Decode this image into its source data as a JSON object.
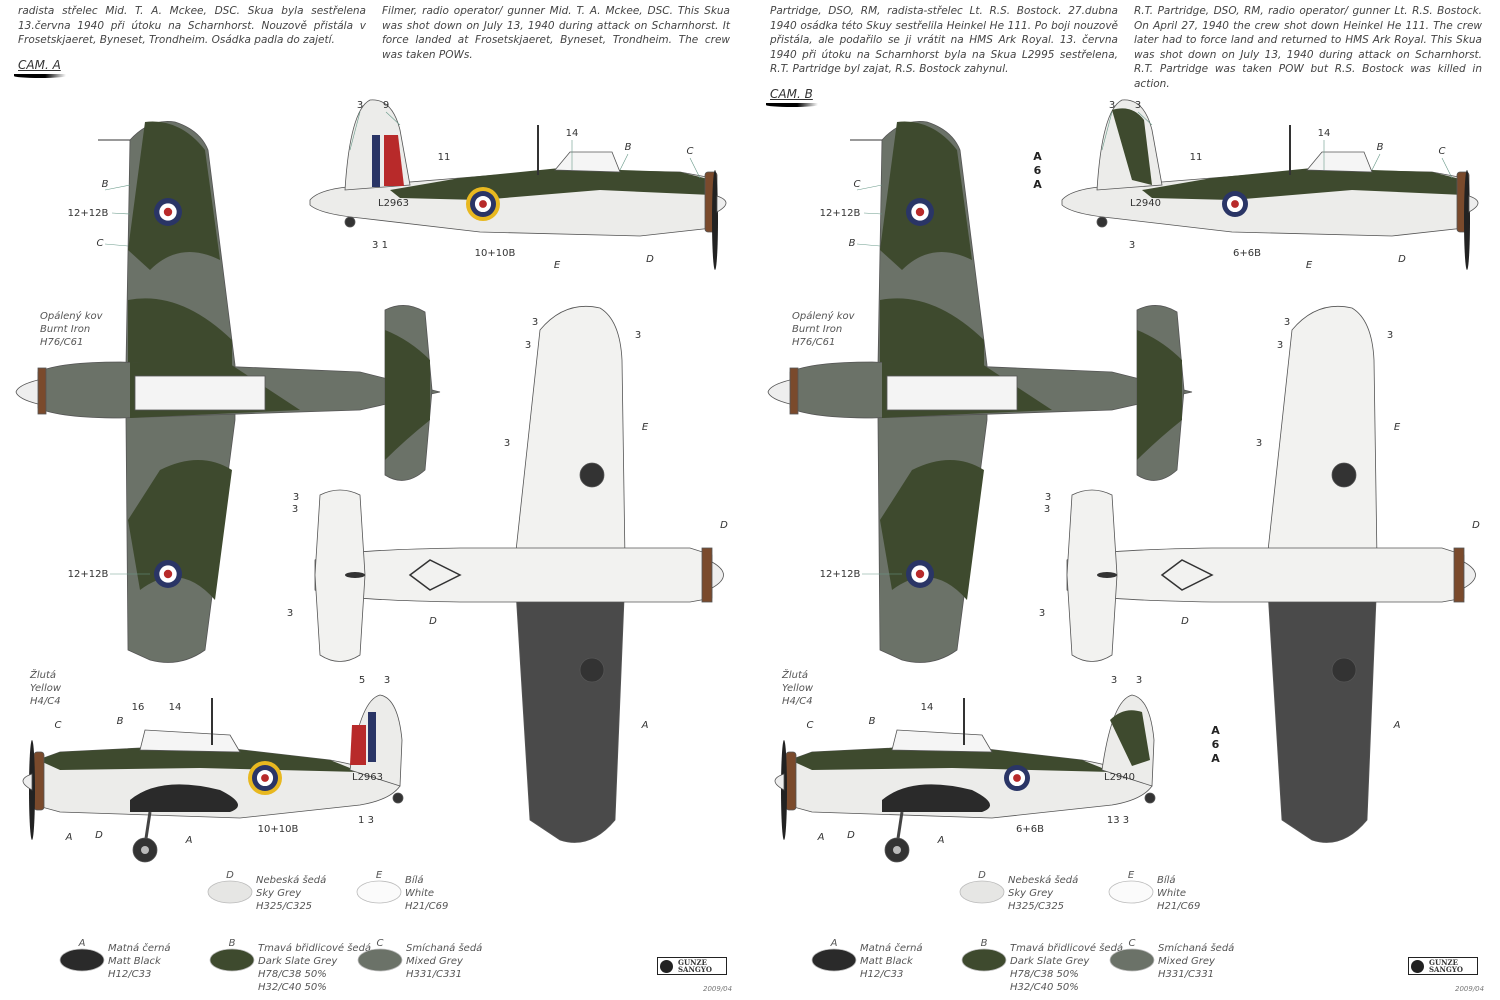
{
  "colors": {
    "dark_slate": "#3e4a2e",
    "mixed_grey": "#6b7268",
    "sky_grey": "#e6e6e4",
    "white": "#fbfbfb",
    "matt_black": "#2a2a2a",
    "burnt_iron": "#7a4a2c",
    "roundel_red": "#b82a2a",
    "roundel_blue": "#2a3566",
    "yellow": "#e8b820"
  },
  "camo_a": {
    "text_cz": "radista střelec Mid. T. A. Mckee, DSC. Skua byla sestřelena 13.června 1940 při útoku na Scharnhorst. Nouzově přistála v Frosetskjaeret, Byneset, Trondheim. Osádka padla do zajetí.",
    "text_en": "Filmer, radio operator/ gunner Mid. T. A. Mckee, DSC. This Skua was shot down on July 13, 1940 during attack on Scharnhorst. It force landed at Frosetskjaeret, Byneset, Trondheim. The crew was taken POWs.",
    "label": "CAM. A",
    "serial": "L2963",
    "callouts": [
      "3",
      "9",
      "14",
      "B",
      "C",
      "11",
      "3 1",
      "10+10B",
      "E",
      "D",
      "B",
      "12+12B",
      "C",
      "12+12B",
      "C",
      "B",
      "16",
      "14",
      "5",
      "3",
      "A",
      "D",
      "A",
      "10+10B",
      "1 3",
      "3",
      "3",
      "3",
      "3",
      "3",
      "3",
      "3",
      "E",
      "D",
      "D",
      "A"
    ]
  },
  "camo_b": {
    "text_cz": "Partridge, DSO, RM, radista-střelec Lt. R.S. Bostock. 27.dubna 1940 osádka této Skuy sestřelila Heinkel He 111. Po boji nouzově přistála, ale podařilo se ji vrátit na HMS Ark Royal. 13. června 1940 při útoku na Scharnhorst byla na Skua L2995 sestřelena, R.T. Partridge byl zajat, R.S. Bostock zahynul.",
    "text_en": "R.T. Partridge, DSO, RM, radio operator/ gunner Lt. R.S. Bostock. On April 27, 1940 the crew shot down Heinkel He 111. The crew later had to force land and returned to HMS Ark Royal. This Skua was shot down on July 13, 1940 during attack on Scharnhorst. R.T. Partridge was taken POW but R.S. Bostock was killed in action.",
    "label": "CAM. B",
    "serial": "L2940",
    "fin_code": "A6A",
    "callouts": [
      "3",
      "3",
      "14",
      "B",
      "C",
      "11",
      "3",
      "6+6B",
      "E",
      "D",
      "C",
      "12+12B",
      "B",
      "12+12B",
      "C",
      "B",
      "",
      "14",
      "3",
      "3",
      "A",
      "D",
      "A",
      "6+6B",
      "13 3",
      "3",
      "3",
      "3",
      "3",
      "3",
      "3",
      "3",
      "E",
      "D",
      "D",
      "A"
    ]
  },
  "burnt_iron": [
    "Opálený kov",
    "Burnt Iron",
    "H76/C61"
  ],
  "yellow_note": [
    "Žlutá",
    "Yellow",
    "H4/C4"
  ],
  "paints": [
    {
      "code": "D",
      "cz": "Nebeská šedá",
      "en": "Sky Grey",
      "ref": "H325/C325",
      "color": "#e6e6e4"
    },
    {
      "code": "E",
      "cz": "Bílá",
      "en": "White",
      "ref": "H21/C69",
      "color": "#fbfbfb"
    },
    {
      "code": "A",
      "cz": "Matná černá",
      "en": "Matt Black",
      "ref": "H12/C33",
      "color": "#2a2a2a"
    },
    {
      "code": "B",
      "cz": "Tmavá břidlicové šedá",
      "en": "Dark Slate Grey",
      "ref": "H78/C38 50%",
      "ref2": "H32/C40 50%",
      "color": "#3e4a2e"
    },
    {
      "code": "C",
      "cz": "Smíchaná šedá",
      "en": "Mixed Grey",
      "ref": "H331/C331",
      "color": "#6b7268"
    }
  ],
  "logo": [
    "GUNZE",
    "SANGYO"
  ],
  "date": "2009/04"
}
